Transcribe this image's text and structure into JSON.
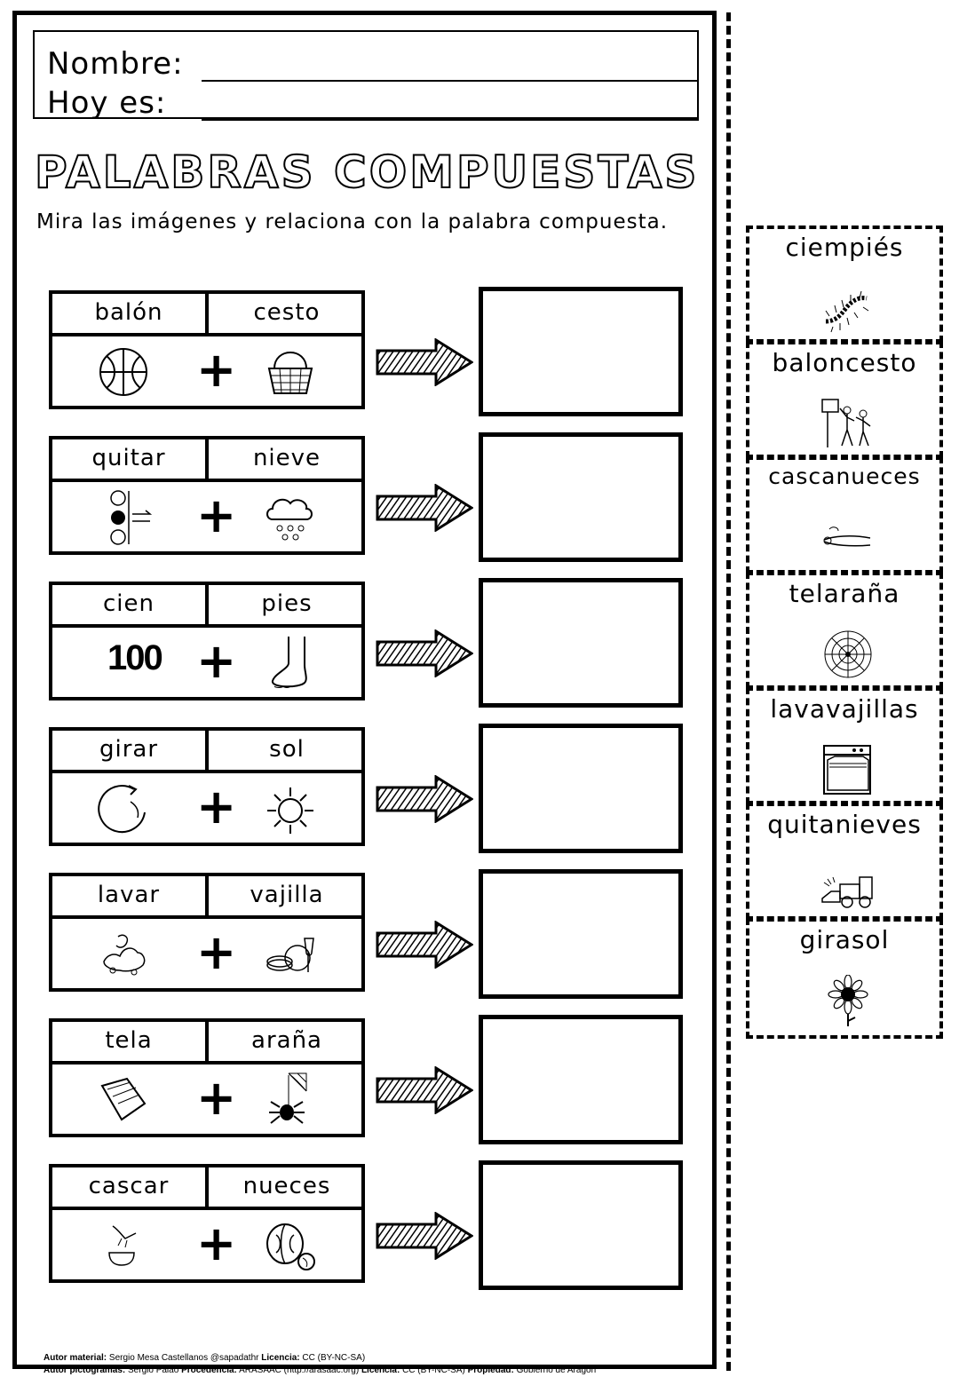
{
  "header": {
    "name_label": "Nombre:",
    "date_label": "Hoy es:"
  },
  "title": "PALABRAS COMPUESTAS",
  "instruction": "Mira las imágenes y relaciona con la palabra compuesta.",
  "rows": [
    {
      "left": "balón",
      "right": "cesto",
      "left_icon": "basketball-icon",
      "right_icon": "basket-icon"
    },
    {
      "left": "quitar",
      "right": "nieve",
      "left_icon": "remove-icon",
      "right_icon": "snow-cloud-icon"
    },
    {
      "left": "cien",
      "right": "pies",
      "left_number": "100",
      "right_icon": "foot-icon"
    },
    {
      "left": "girar",
      "right": "sol",
      "left_icon": "rotate-icon",
      "right_icon": "sun-icon"
    },
    {
      "left": "lavar",
      "right": "vajilla",
      "left_icon": "washing-icon",
      "right_icon": "dishes-icon"
    },
    {
      "left": "tela",
      "right": "araña",
      "left_icon": "cloth-icon",
      "right_icon": "spider-icon"
    },
    {
      "left": "cascar",
      "right": "nueces",
      "left_icon": "crack-icon",
      "right_icon": "walnut-icon"
    }
  ],
  "cards": [
    {
      "word": "ciempiés",
      "icon": "centipede-icon"
    },
    {
      "word": "baloncesto",
      "icon": "basketball-players-icon"
    },
    {
      "word": "cascanueces",
      "icon": "nutcracker-icon"
    },
    {
      "word": "telaraña",
      "icon": "spiderweb-icon"
    },
    {
      "word": "lavavajillas",
      "icon": "dishwasher-icon"
    },
    {
      "word": "quitanieves",
      "icon": "snowplow-icon"
    },
    {
      "word": "girasol",
      "icon": "sunflower-icon"
    }
  ],
  "credits": {
    "l1_k1": "Autor material:",
    "l1_v1": " Sergio Mesa Castellanos @sapadathr ",
    "l1_k2": "Licencia:",
    "l1_v2": " CC (BY-NC-SA)",
    "l2_k1": "Autor pictogramas:",
    "l2_v1": " Sergio Palao ",
    "l2_k2": "Procedencia:",
    "l2_v2": " ARASAAC (http://arasaac.org) ",
    "l2_k3": "Licencia:",
    "l2_v3": " CC (BY-NC-SA) ",
    "l2_k4": "Propiedad:",
    "l2_v4": " Gobierno de Aragón"
  }
}
